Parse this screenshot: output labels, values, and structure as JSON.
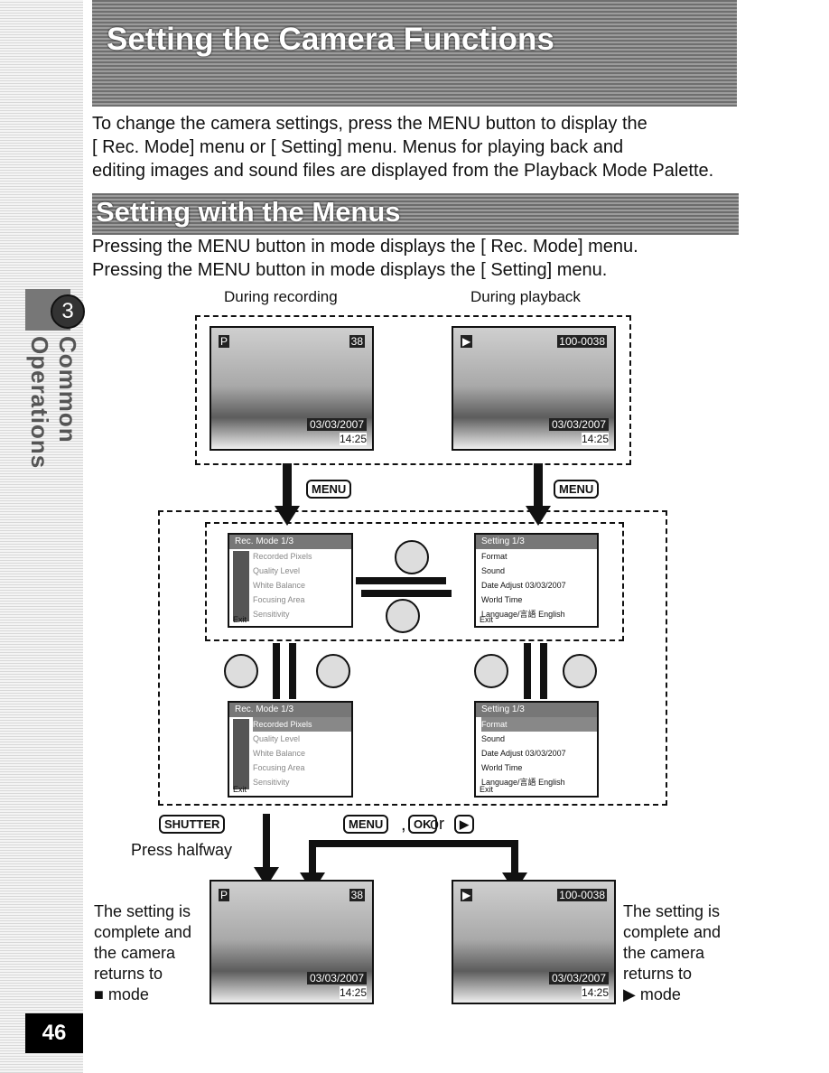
{
  "chapter": {
    "number": "3",
    "title": "Common Operations",
    "page": "46"
  },
  "title": "Setting the Camera Functions",
  "intro": [
    "To change the camera settings, press the MENU button to display the",
    "[ Rec. Mode] menu or [ Setting] menu. Menus for playing back and",
    "editing images and sound files are displayed from the Playback Mode Palette."
  ],
  "section": "Setting with the Menus",
  "lead": [
    "Pressing the MENU button in  mode displays the [ Rec. Mode] menu.",
    "Pressing the MENU button in  mode displays the [ Setting] menu."
  ],
  "captions": {
    "recording": "During recording",
    "playback": "During playback"
  },
  "screens": {
    "record": {
      "mode": "P",
      "count": "38",
      "date": "03/03/2007",
      "time": "14:25"
    },
    "play": {
      "file": "100-0038",
      "date": "03/03/2007",
      "time": "14:25"
    }
  },
  "keys": {
    "menu": "MENU",
    "shutter": "SHUTTER",
    "ok": "OK",
    "or": "or"
  },
  "rec_menu": {
    "title": "Rec. Mode",
    "page": "1/3",
    "items": [
      "Recorded Pixels",
      "Quality Level",
      "White Balance",
      "Focusing Area",
      "Sensitivity"
    ],
    "exit": "Exit"
  },
  "setting_menu": {
    "title": "Setting",
    "page": "1/3",
    "items": [
      "Format",
      "Sound",
      "Date Adjust",
      "World Time",
      "Language/言語"
    ],
    "values": [
      "",
      "",
      "03/03/2007",
      "",
      "English"
    ],
    "exit": "Exit"
  },
  "press_halfway": "Press halfway",
  "complete_left": [
    "The setting is",
    "complete and",
    "the camera",
    "returns to",
    "mode"
  ],
  "complete_right": [
    "The setting is",
    "complete and",
    "the camera",
    "returns to",
    "mode"
  ],
  "colors": {
    "banner": "#7a7a7a",
    "dark": "#111111",
    "screen": "#a8a8a8"
  },
  "icons": {
    "camera": "camera-icon",
    "playback": "playback-icon",
    "wrench": "wrench-icon",
    "dial": "four-way-controller-icon"
  }
}
